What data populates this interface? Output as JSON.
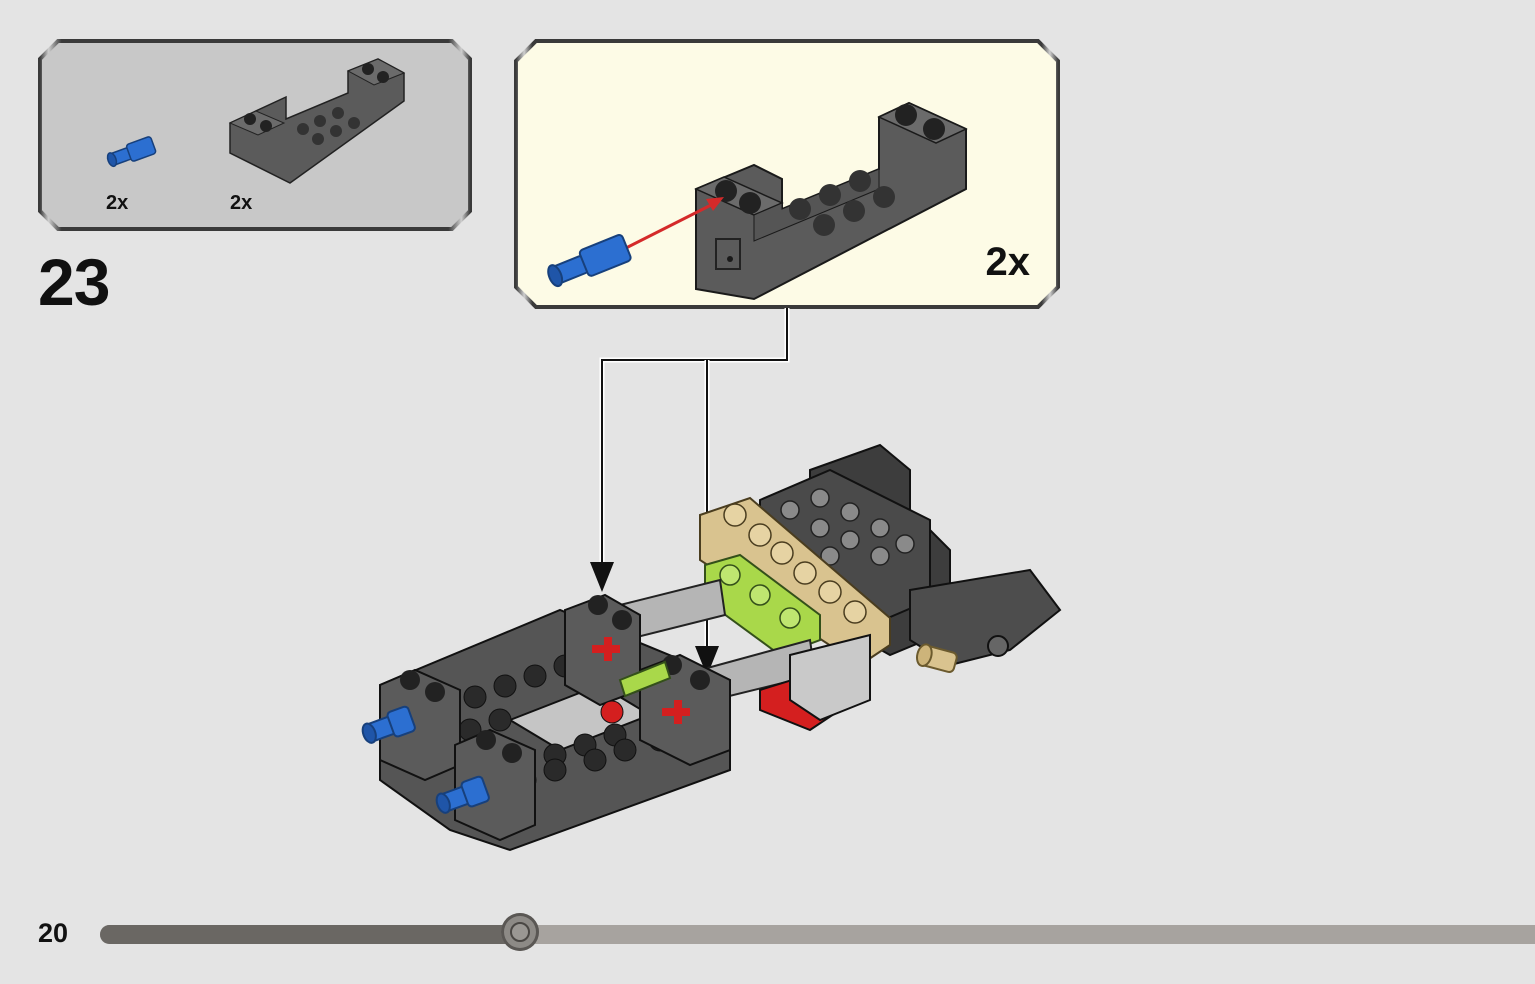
{
  "parts_list": {
    "items": [
      {
        "quantity": "2x",
        "icon": "blue-axle-pin-icon"
      },
      {
        "quantity": "2x",
        "icon": "dark-gray-brick-icon"
      }
    ]
  },
  "step": {
    "number": "23"
  },
  "sub_assembly": {
    "quantity": "2x"
  },
  "page": {
    "number": "20"
  },
  "progress": {
    "fraction": 0.293
  },
  "colors": {
    "background": "#e4e4e4",
    "parts_panel": "#c8c8c8",
    "sub_panel": "#fdfbe6",
    "brick_dark": "#555555",
    "stud": "#222222",
    "pin_blue": "#2c6fd1",
    "arrow_red": "#d42a2a",
    "tan": "#d9c38f",
    "lime": "#a9d84a",
    "red": "#d41f1f",
    "progress_fill": "#6a6763",
    "progress_track": "#a7a39f"
  }
}
